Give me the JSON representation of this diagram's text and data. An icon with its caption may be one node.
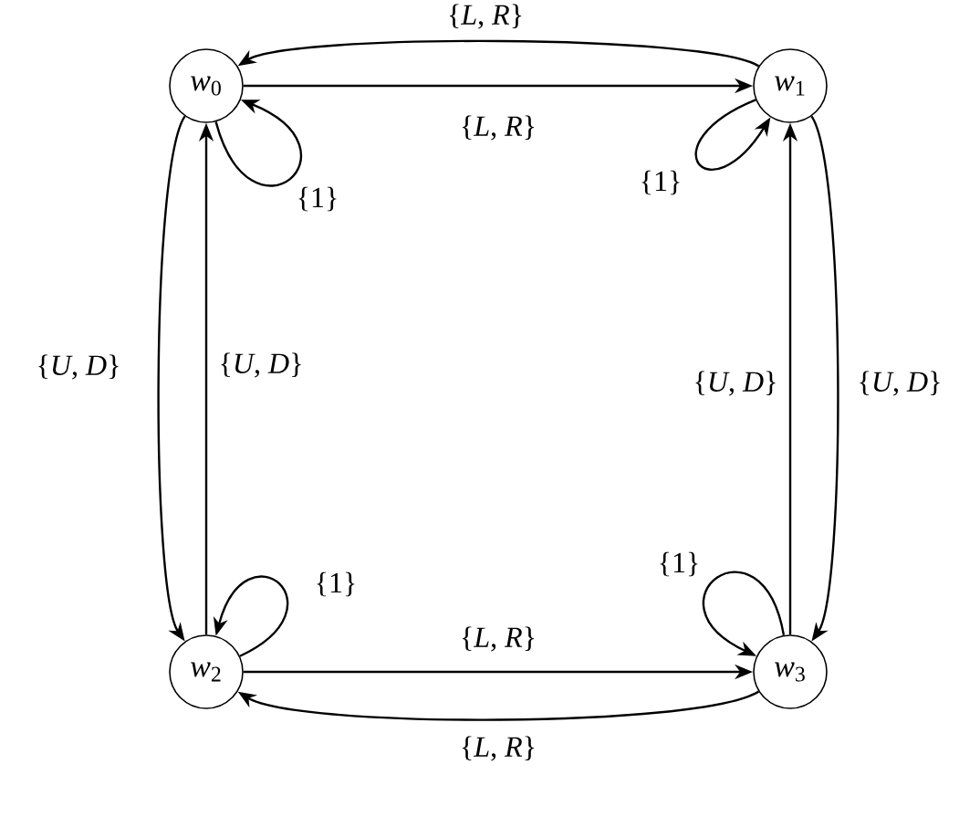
{
  "diagram": {
    "nodes": [
      {
        "text": [
          "*w*$_{0}$"
        ]
      },
      {
        "text": [
          "*w*$_{1}$"
        ]
      },
      {
        "text": [
          "*w*$_{2}$"
        ]
      },
      {
        "text": [
          "*w*$_{3}$"
        ]
      }
    ],
    "edges": [
      {
        "from": 1,
        "to": 0,
        "arrow": "to",
        "label": "{*L*, *R*}"
      },
      {
        "from": 0,
        "to": 1,
        "arrow": "to",
        "label": "{*L*, *R*}"
      },
      {
        "from": 0,
        "to": 0,
        "arrow": "to",
        "label": "{1}"
      },
      {
        "from": 1,
        "to": 1,
        "arrow": "to",
        "label": "{1}"
      },
      {
        "from": 0,
        "to": 2,
        "arrow": "to",
        "label": "{*U*, *D*}"
      },
      {
        "from": 2,
        "to": 0,
        "arrow": "to",
        "label": "{*U*, *D*}"
      },
      {
        "from": 3,
        "to": 1,
        "arrow": "to",
        "label": "{*U*, *D*}"
      },
      {
        "from": 1,
        "to": 3,
        "arrow": "to",
        "label": "{*U*, *D*}"
      },
      {
        "from": 2,
        "to": 2,
        "arrow": "to",
        "label": "{1}"
      },
      {
        "from": 3,
        "to": 3,
        "arrow": "to",
        "label": "{1}"
      },
      {
        "from": 2,
        "to": 3,
        "arrow": "to",
        "label": "{*L*, *R*}"
      },
      {
        "from": 3,
        "to": 2,
        "arrow": "to",
        "label": "{*L*, *R*}"
      }
    ]
  }
}
